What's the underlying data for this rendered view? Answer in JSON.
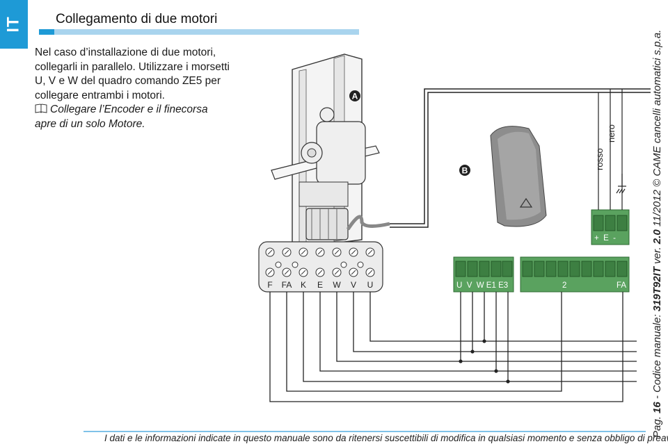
{
  "page": {
    "lang_tab": "IT",
    "title": "Collegamento di due motori",
    "paragraph": "Nel caso d’installazione di due motori, collegarli in parallelo. Utilizzare i morsetti U, V e W del quadro comando ZE5 per collegare entrambi i motori.",
    "note": "Collegare l’Encoder e il finecorsa apre di un solo Motore."
  },
  "diagram": {
    "callout_a": "A",
    "callout_b": "B",
    "motor_terminals": [
      "F",
      "FA",
      "K",
      "E",
      "W",
      "V",
      "U"
    ],
    "board_terminals_left": "U  V  W E1 E3",
    "board_terminal_2": "2",
    "board_terminal_fa": "FA",
    "encoder_terminals": "+  E  -",
    "wire_red": "rosso",
    "wire_black": "nero"
  },
  "side": {
    "page_prefix": "Pag.",
    "page_number": "16",
    "manual_label": "- Codice manuale:",
    "manual_code": "319T92IT",
    "version_label": "ver.",
    "version": "2.0",
    "date": "11/2012",
    "copyright": "© CAME cancelli automatici s.p.a."
  },
  "footer": {
    "disclaimer": "I dati e le informazioni indicate in questo manuale sono da ritenersi suscettibili di modifica in qualsiasi momento e senza obbligo di preavviso."
  },
  "colors": {
    "accent_blue": "#1e9ad6",
    "light_blue": "#a9d4ee",
    "terminal_green": "#5aa25f"
  }
}
